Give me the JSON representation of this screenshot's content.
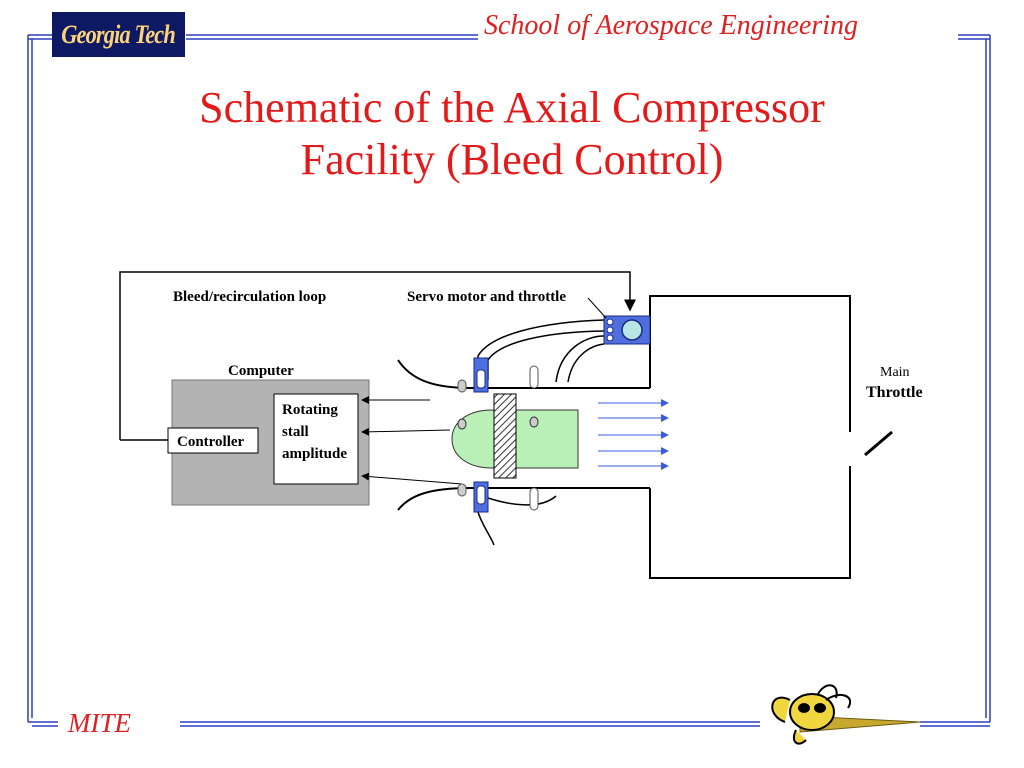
{
  "header": {
    "logo_text": "Georgia Tech",
    "org": "School of Aerospace Engineering"
  },
  "title": {
    "line1": "Schematic of the Axial Compressor",
    "line2": "Facility (Bleed Control)"
  },
  "diagram": {
    "labels": {
      "bleed_loop": "Bleed/recirculation loop",
      "servo": "Servo motor and throttle",
      "computer": "Computer",
      "controller": "Controller",
      "rotating_1": "Rotating",
      "rotating_2": "stall",
      "rotating_3": "amplitude",
      "main": "Main",
      "throttle": "Throttle"
    }
  },
  "footer": {
    "left": "MITE"
  },
  "colors": {
    "accent_red": "#e41a1a",
    "frame_blue": "#2b3fbf",
    "logo_bg": "#0d1a63"
  }
}
